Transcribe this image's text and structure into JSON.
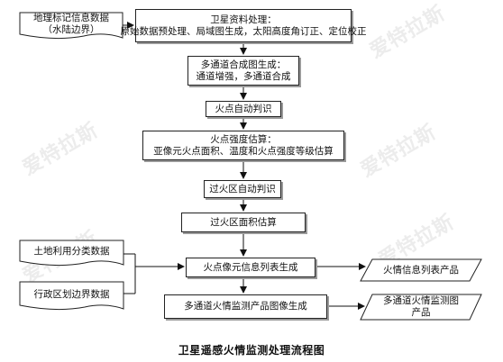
{
  "inputs": {
    "boundary": [
      "地理标记信息数据",
      "（水陆边界）"
    ],
    "landuse": [
      "土地利用分类数据"
    ],
    "admin": [
      "行政区划边界数据"
    ]
  },
  "steps": {
    "preprocess": [
      "卫星资料处理：",
      "原始数据预处理、局域图生成，太阳高度角订正、定位校正"
    ],
    "composite": [
      "多通道合成图生成：",
      "通道增强，多通道合成"
    ],
    "autodetect": [
      "火点自动判识"
    ],
    "intensity": [
      "火点强度估算：",
      "亚像元火点面积、温度和火点强度等级估算"
    ],
    "burned_detect": [
      "过火区自动判识"
    ],
    "burned_area": [
      "过火区面积估算"
    ],
    "pixel_list": [
      "火点像元信息列表生成"
    ],
    "image_gen": [
      "多通道火情监测产品图像生成"
    ]
  },
  "outputs": {
    "list_product": [
      "火情信息列表产品"
    ],
    "image_product": [
      "多通道火情监测图",
      "产品"
    ]
  },
  "watermark": "爱特拉斯",
  "caption": "卫星遥感火情监测处理流程图"
}
